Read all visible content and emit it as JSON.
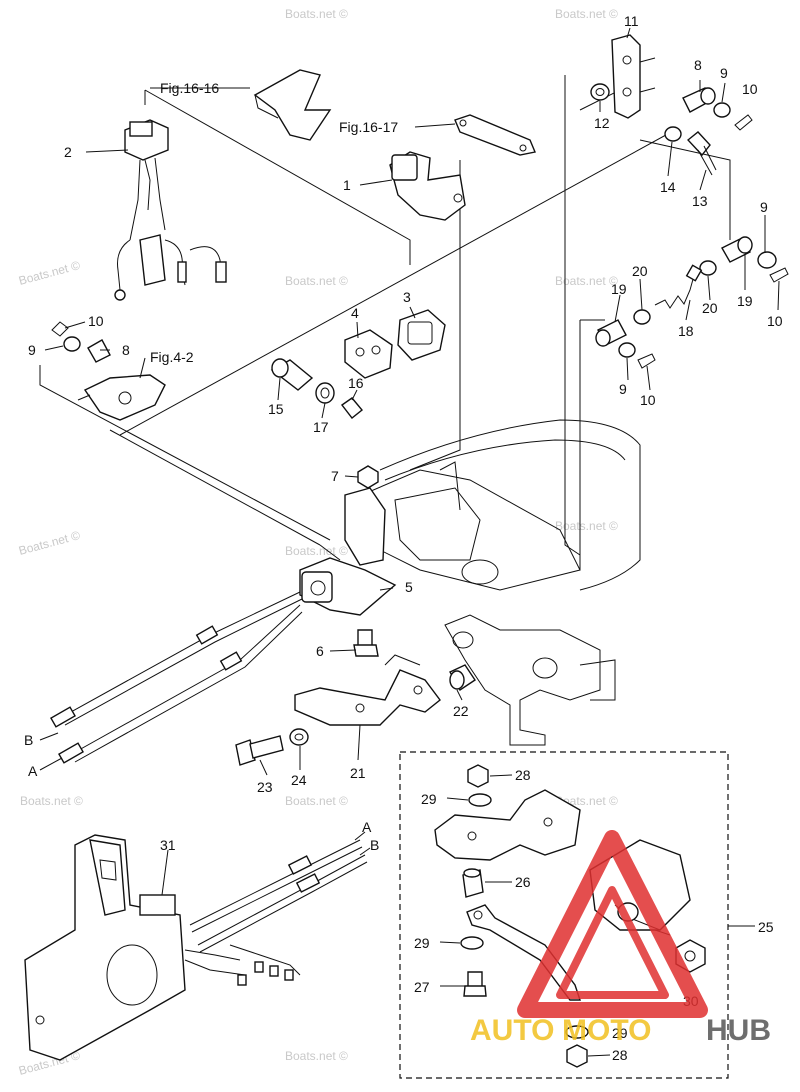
{
  "watermark": "Boats.net ©",
  "figure_refs": {
    "fig16_16": "Fig.16-16",
    "fig16_17": "Fig.16-17",
    "fig4_2": "Fig.4-2"
  },
  "cable_labels": {
    "a": "A",
    "b": "B"
  },
  "part_numbers": {
    "p1": "1",
    "p2": "2",
    "p3": "3",
    "p4": "4",
    "p5": "5",
    "p6": "6",
    "p7": "7",
    "p8": "8",
    "p9": "9",
    "p10": "10",
    "p11": "11",
    "p12": "12",
    "p13": "13",
    "p14": "14",
    "p15": "15",
    "p16": "16",
    "p17": "17",
    "p18": "18",
    "p19": "19",
    "p20": "20",
    "p21": "21",
    "p22": "22",
    "p23": "23",
    "p24": "24",
    "p25": "25",
    "p26": "26",
    "p27": "27",
    "p28": "28",
    "p29": "29",
    "p30": "30",
    "p31": "31"
  },
  "logo": {
    "part_a": "AUTO",
    "part_b": "MOTO",
    "part_c": "HUB",
    "color_primary": "#e03030",
    "color_secondary": "#f2c020",
    "color_dark": "#555555"
  }
}
